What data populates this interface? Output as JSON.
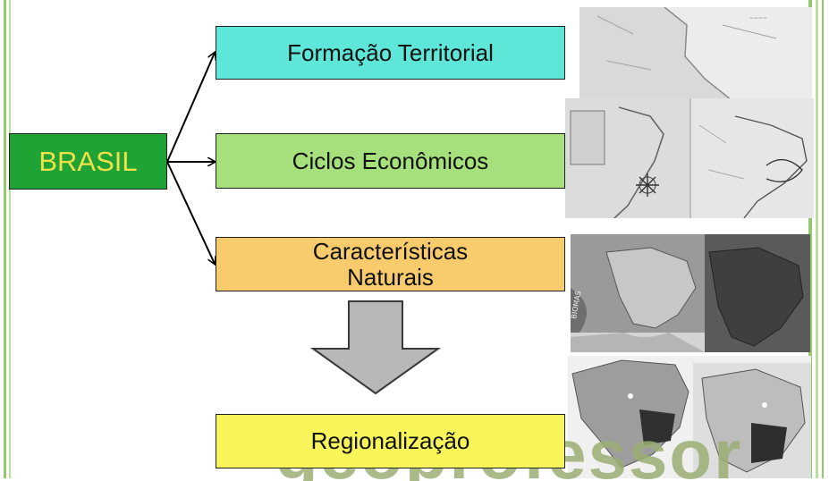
{
  "diagram": {
    "root": {
      "label": "BRASIL",
      "color": "#1ea334",
      "text_color": "#f2e04a"
    },
    "branches": [
      {
        "label": "Formação Territorial",
        "color": "#5ee6d8"
      },
      {
        "label": "Ciclos Econômicos",
        "color": "#a6e07c"
      },
      {
        "label": "Características Naturais",
        "color": "#f8cb6c"
      }
    ],
    "result": {
      "label": "Regionalização",
      "color": "#f7f55a"
    },
    "arrow_color": "#b8b8b8",
    "connector_color": "#000000"
  },
  "theme": {
    "stripe_green": "#b9df98",
    "stripe_green_dark": "#93c86e"
  },
  "images": [
    {
      "name": "historical-map-image"
    },
    {
      "name": "economic-cycles-map-image"
    },
    {
      "name": "biomes-map-image"
    },
    {
      "name": "regions-map-image"
    }
  ]
}
